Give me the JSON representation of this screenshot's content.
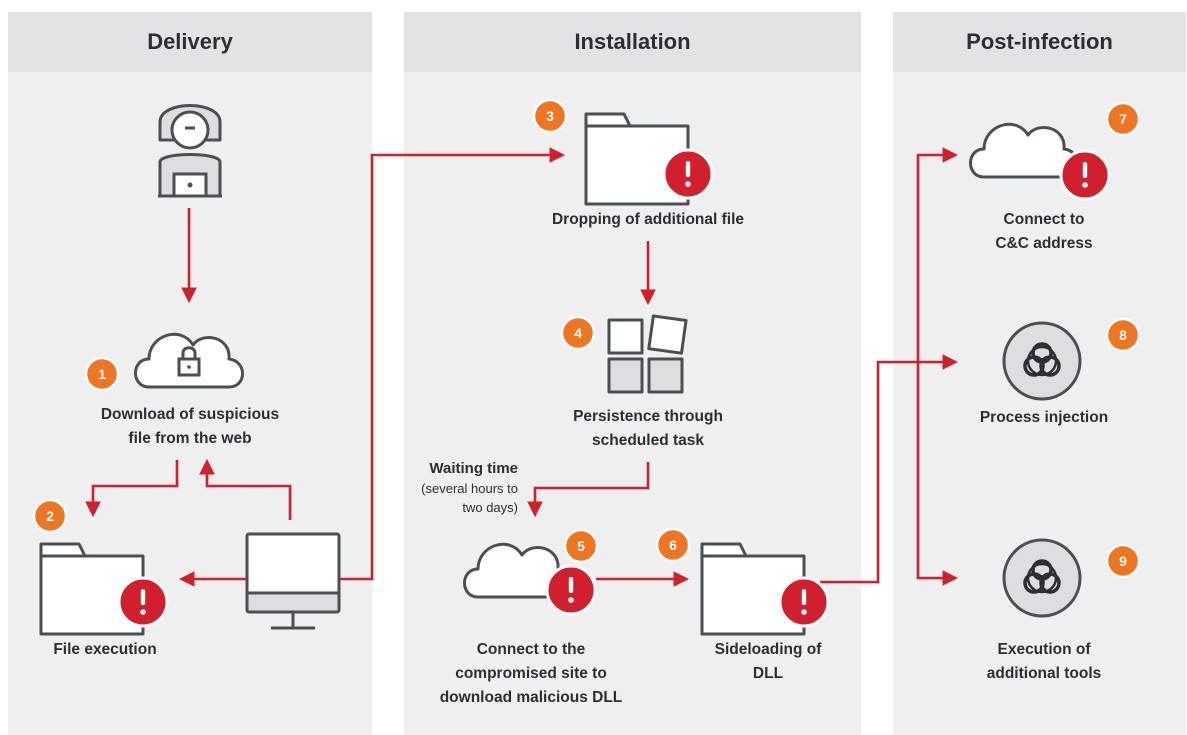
{
  "columns": {
    "delivery": "Delivery",
    "installation": "Installation",
    "post_infection": "Post-infection"
  },
  "steps": {
    "s1": {
      "number": "1",
      "line1": "Download of suspicious",
      "line2": "file from the web"
    },
    "s2": {
      "number": "2",
      "line1": "File execution"
    },
    "s3": {
      "number": "3",
      "line1": "Dropping of additional file"
    },
    "s4": {
      "number": "4",
      "line1": "Persistence through",
      "line2": "scheduled task"
    },
    "s5": {
      "number": "5",
      "line1": "Connect to the",
      "line2": "compromised site to",
      "line3": "download malicious DLL"
    },
    "s6": {
      "number": "6",
      "line1": "Sideloading of",
      "line2": "DLL"
    },
    "s7": {
      "number": "7",
      "line1": "Connect to",
      "line2": "C&C address"
    },
    "s8": {
      "number": "8",
      "line1": "Process injection"
    },
    "s9": {
      "number": "9",
      "line1": "Execution of",
      "line2": "additional tools"
    }
  },
  "waiting": {
    "title": "Waiting time",
    "line1": "(several hours to",
    "line2": "two days)"
  },
  "colors": {
    "arrow": "#d0202e",
    "badge": "#ee7623",
    "alert": "#d0202e",
    "column_bg": "#efefef",
    "header_bg": "#e1e3e5",
    "icon_stroke": "#4a4f56",
    "icon_fill": "#ffffff",
    "hazard_fill": "#dcdedf"
  },
  "icons": {
    "attacker": "hooded-user-laptop-icon",
    "cloud_lock": "cloud-lock-icon",
    "folder_alert": "folder-alert-icon",
    "monitor": "desktop-monitor-icon",
    "cloud_alert": "cloud-alert-icon",
    "tiles": "scheduled-task-tiles-icon",
    "biohazard": "biohazard-icon"
  }
}
